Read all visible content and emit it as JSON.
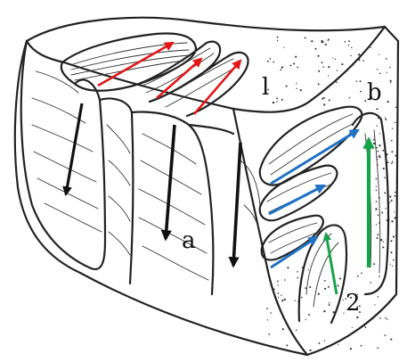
{
  "labels": {
    "a": "a",
    "b": "b",
    "one": "l",
    "two": "2"
  },
  "arrows": {
    "red": "#e01818",
    "black": "#111111",
    "blue": "#1f72c4",
    "green": "#17a34a"
  }
}
